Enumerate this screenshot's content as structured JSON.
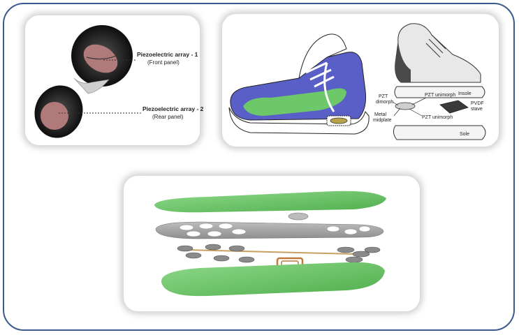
{
  "panel1": {
    "label_front_line1": "Piezoelectric array - 1",
    "label_front_line2": "(Front panel)",
    "label_rear_line1": "Piezoelectric array - 2",
    "label_rear_line2": "(Rear panel)"
  },
  "panel2": {
    "insole": "Insole",
    "pzt_dimorph_line1": "PZT",
    "pzt_dimorph_line2": "dimorph",
    "pzt_unimorph_top": "PZT unimorph",
    "metal_line1": "Metal",
    "metal_line2": "midplate",
    "pzt_unimorph_bottom": "PZT unimorph",
    "pvdf_line1": "PVDF",
    "pvdf_line2": "stave",
    "sole": "Sole"
  },
  "colors": {
    "frame_border": "#3b5a8c",
    "shoe_blue": "#5a5fc8",
    "insole_green": "#6dc86a",
    "pad_pink": "#b07a7a"
  }
}
